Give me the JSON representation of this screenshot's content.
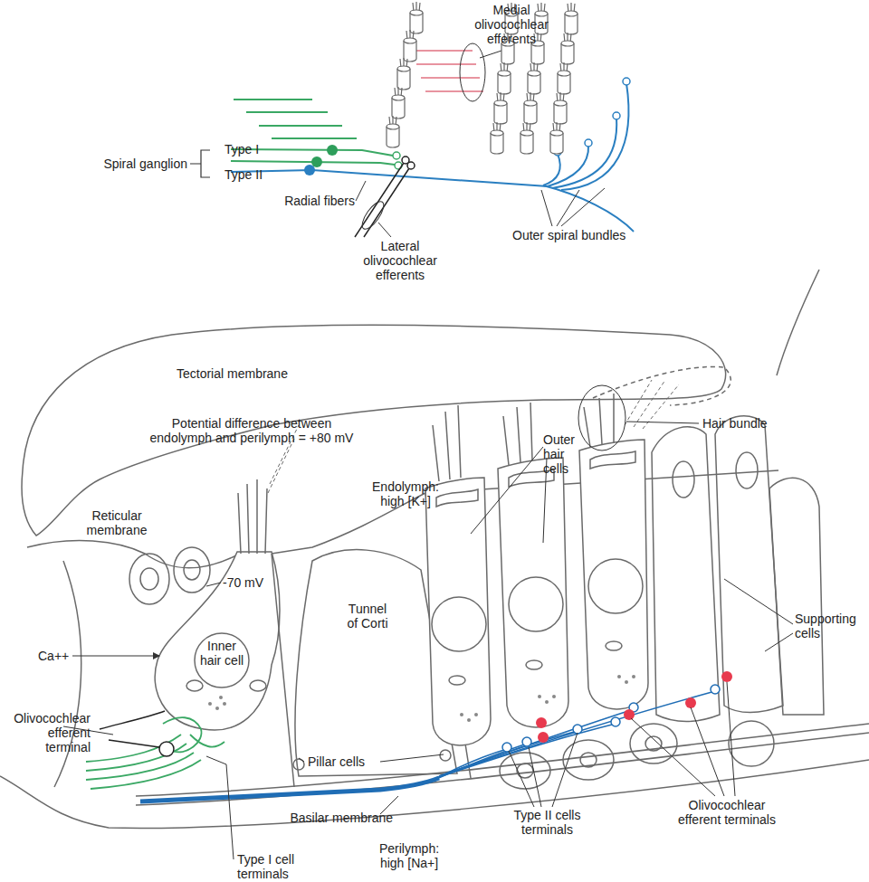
{
  "diagram": {
    "labels": [
      "Medial olivocochlear efferents",
      "Spiral ganglion",
      "Type I",
      "Type II",
      "Radial fibers",
      "Lateral olivocochlear efferents",
      "Outer spiral bundles",
      "Tectorial membrane",
      "Potential difference between endolymph and perilymph = +80 mV",
      "Hair bundle",
      "Endolymph: high [K+]",
      "Reticular membrane",
      "-70 mV",
      "Tunnel of Corti",
      "Outer hair cells",
      "Inner hair cell",
      "Ca++",
      "Supporting cells",
      "Olivocochlear efferent terminal",
      "Pillar cells",
      "Basilar membrane",
      "Type II cells terminals",
      "Olivocochlear efferent terminals",
      "Type I cell terminals",
      "Perilymph: high [Na+]"
    ]
  }
}
